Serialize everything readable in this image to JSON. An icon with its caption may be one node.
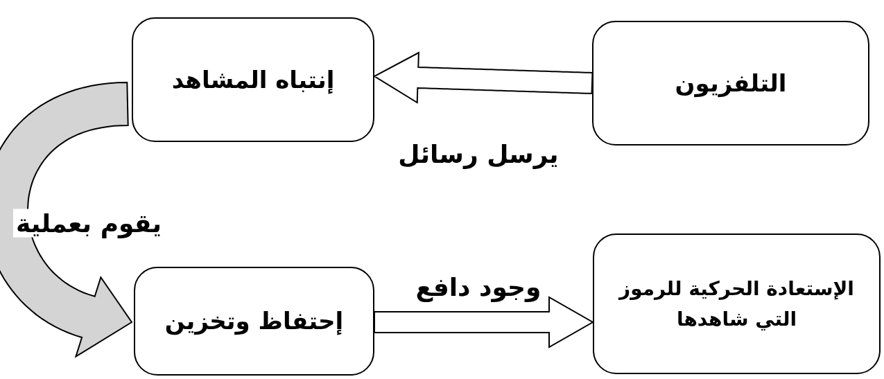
{
  "diagram": {
    "nodes": [
      {
        "text": [
          "التلفزيون"
        ]
      },
      {
        "text": [
          "إنتباه المشاهد"
        ]
      },
      {
        "text": [
          "إحتفاظ وتخزين"
        ]
      },
      {
        "text": [
          "الإستعادة الحركية للرموز التي شاهدها"
        ]
      }
    ],
    "edges": [
      {
        "from": 0,
        "to": 1,
        "arrow": "to",
        "label": "يرسل رسائل"
      },
      {
        "from": 1,
        "to": 2,
        "arrow": "to",
        "label": "يقوم بعملية"
      },
      {
        "from": 2,
        "to": 3,
        "arrow": "to",
        "label": "وجود دافع"
      }
    ]
  }
}
